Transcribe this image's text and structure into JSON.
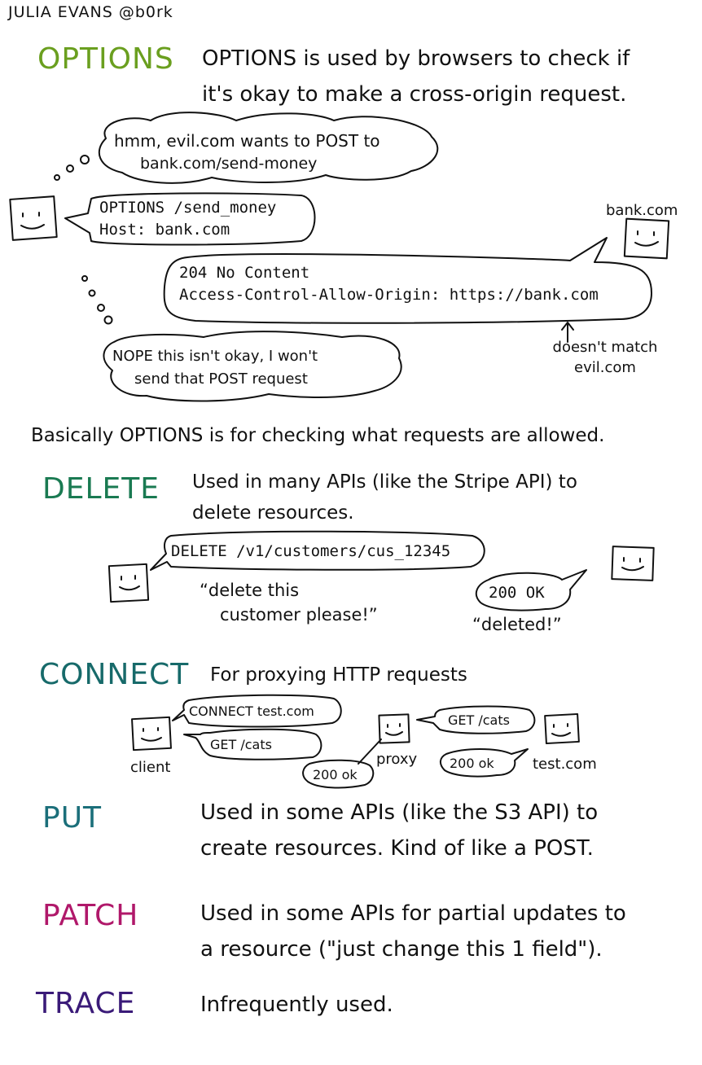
{
  "author": "JULIA EVANS @b0rk",
  "colors": {
    "options": "#6a9f1f",
    "delete": "#1a7a52",
    "connect": "#176a6a",
    "put": "#1b6f7a",
    "patch": "#b0186a",
    "trace": "#3a1a78",
    "ink": "#111111"
  },
  "options": {
    "method": "OPTIONS",
    "desc_line1": "OPTIONS is used by browsers to check if",
    "desc_line2": "it's okay to make a cross-origin request.",
    "thought1_line1": "hmm, evil.com wants to POST to",
    "thought1_line2": "bank.com/send-money",
    "request_line1": "OPTIONS /send_money",
    "request_line2": "Host: bank.com",
    "server_label": "bank.com",
    "response_line1": "204 No Content",
    "response_line2": "Access-Control-Allow-Origin: https://bank.com",
    "note_line1": "doesn't match",
    "note_line2": "evil.com",
    "thought2_line1": "NOPE this isn't okay, I won't",
    "thought2_line2": "send that POST request",
    "summary": "Basically OPTIONS is for checking what requests are allowed."
  },
  "delete": {
    "method": "DELETE",
    "desc_line1": "Used in many APIs (like the Stripe API) to",
    "desc_line2": "delete resources.",
    "request": "DELETE /v1/customers/cus_12345",
    "caption_line1": "“delete this",
    "caption_line2": "customer please!”",
    "response": "200 OK",
    "response_caption": "“deleted!”"
  },
  "connect": {
    "method": "CONNECT",
    "desc": "For proxying HTTP requests",
    "client_bubble1": "CONNECT test.com",
    "client_bubble2": "GET /cats",
    "client_label": "client",
    "proxy_ok": "200 ok",
    "proxy_label": "proxy",
    "proxy_bubble": "GET /cats",
    "server_ok": "200 ok",
    "server_label": "test.com"
  },
  "put": {
    "method": "PUT",
    "desc_line1": "Used in some APIs (like the S3 API) to",
    "desc_line2": "create resources. Kind of like a POST."
  },
  "patch": {
    "method": "PATCH",
    "desc_line1": "Used in some APIs for partial updates to",
    "desc_line2": "a resource (\"just change this 1 field\")."
  },
  "trace": {
    "method": "TRACE",
    "desc": "Infrequently used."
  }
}
